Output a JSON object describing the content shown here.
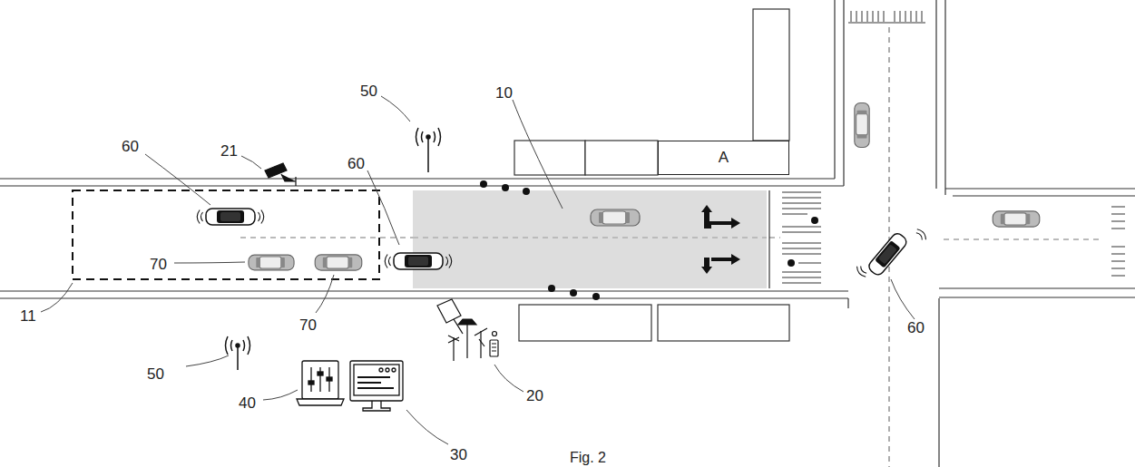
{
  "diagram": {
    "caption": "Fig. 2",
    "nodes": [
      {
        "text": [
          "A"
        ]
      }
    ],
    "labels": [
      "21",
      "50",
      "10",
      "60",
      "60",
      "70",
      "70",
      "11",
      "50",
      "60",
      "40",
      "30",
      "20"
    ]
  }
}
